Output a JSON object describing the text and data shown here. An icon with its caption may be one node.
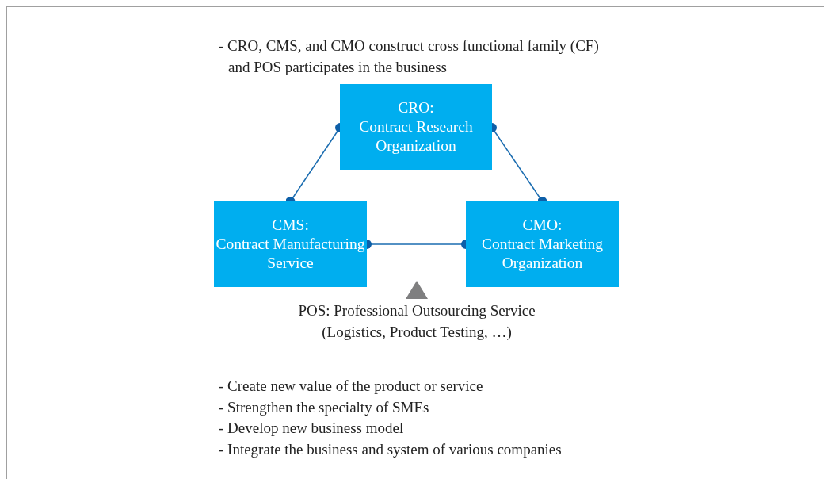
{
  "diagram": {
    "nodes": [
      {
        "text": [
          "CRO:",
          "Contract Research Organization"
        ]
      },
      {
        "text": [
          "CMS:",
          "Contract Manufacturing Service"
        ]
      },
      {
        "text": [
          "CMO:",
          "Contract Marketing Organization"
        ]
      },
      {
        "text": [
          "POS: Professional Outsourcing Service",
          "(Logistics, Product Testing, …)"
        ]
      }
    ],
    "edges": [
      {
        "from": 0,
        "to": 1,
        "arrow": "other"
      },
      {
        "from": 0,
        "to": 2,
        "arrow": "other"
      },
      {
        "from": 1,
        "to": 2,
        "arrow": "other"
      }
    ],
    "labels": [
      "- CRO, CMS, and CMO construct cross functional family (CF) and POS participates in the business",
      "- Create new value of the product or service",
      "- Strengthen the specialty of SMEs",
      "- Develop new business model",
      "- Integrate the business and system of various companies"
    ]
  }
}
